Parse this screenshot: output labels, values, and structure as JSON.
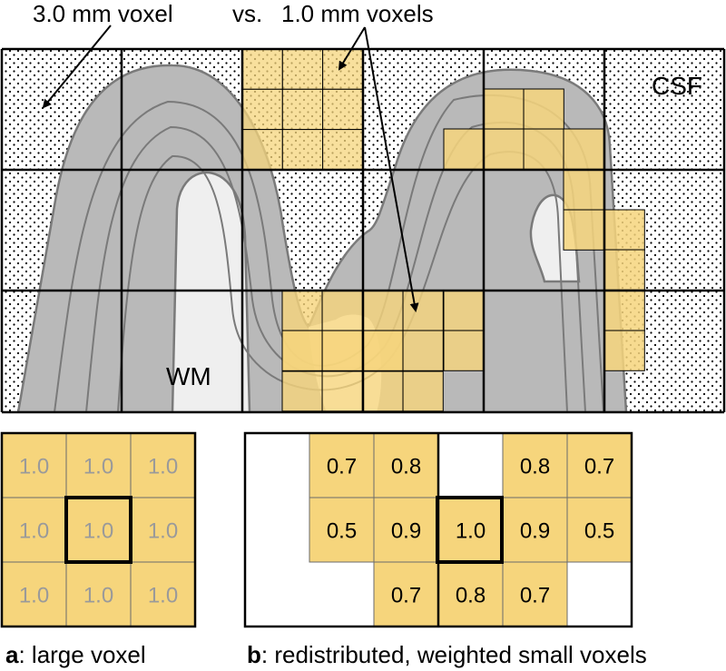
{
  "labels": {
    "large_voxel": "3.0 mm voxel",
    "vs": "vs.",
    "small_voxels": "1.0 mm voxels",
    "csf": "CSF",
    "wm": "WM"
  },
  "panel_a": {
    "letter": "a",
    "caption": ": large voxel",
    "cells": [
      [
        "1.0",
        "1.0",
        "1.0"
      ],
      [
        "1.0",
        "1.0",
        "1.0"
      ],
      [
        "1.0",
        "1.0",
        "1.0"
      ]
    ]
  },
  "panel_b": {
    "letter": "b",
    "caption": ": redistributed, weighted small voxels",
    "cells": [
      [
        "",
        "0.7",
        "0.8",
        "",
        "0.8",
        "0.7"
      ],
      [
        "",
        "0.5",
        "0.9",
        "1.0",
        "0.9",
        "0.5"
      ],
      [
        "",
        "",
        "0.7",
        "0.8",
        "0.7",
        ""
      ]
    ]
  },
  "colors": {
    "voxel_fill": "#f6d57c",
    "cortex": "#b9b9b9",
    "wm": "#efefef"
  }
}
